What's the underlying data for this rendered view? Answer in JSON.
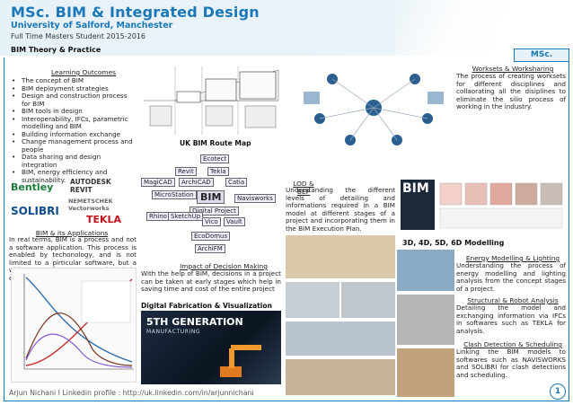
{
  "header": {
    "title": "MSc. BIM & Integrated Design",
    "subtitle": "University of Salford, Manchester",
    "course": "Full Time Masters Student 2015-2016",
    "module": "BIM Theory & Practice",
    "badge": "MSc."
  },
  "learning_outcomes": {
    "title": "Learning Outcomes",
    "items": [
      "The concept of BIM",
      "BIM deployment strategies",
      "Design and construction process for BIM",
      "BIM tools in design",
      "Interoperability, IFCs, parametric modelling and BIM",
      "Building information exchange",
      "Change management process and people",
      "Data sharing and design integration",
      "BIM, energy efficiency and sustainability."
    ]
  },
  "route_map": {
    "caption": "UK BIM Route Map"
  },
  "worksets": {
    "title": "Worksets & Worksharing",
    "text": "The process of creating worksets for different disciplines and collaorating all the disiplines to eliminate the silio process of working in the industry."
  },
  "applications": {
    "title": "BIM & its Applications",
    "text": "In real terms, BIM is a process and not a software application. This process is enabled by techonology, and is not limited to a pirticular software, but a wide range of programmes which help enable the process.",
    "logos": [
      "Bentley",
      "AUTODESK REVIT",
      "NEMETSCHEK Vectorworks",
      "SOLIBRI",
      "TEKLA"
    ]
  },
  "bim_tools_cloud": [
    "Ecotect",
    "Revit",
    "Tekla",
    "MagiCAD",
    "ArchiCAD",
    "Catia",
    "MicroStation",
    "BIM",
    "Navisworks",
    "Digital Project",
    "Rhino",
    "SketchUp",
    "Vico",
    "Vault",
    "EcoDomus",
    "ArchiFM"
  ],
  "lod": {
    "title": "LOD & BEP",
    "text": "Understanding the different levels of detailing and informations required in a BIM model at different stages of a project and incorporating them in the BIM Execution Plan."
  },
  "modelling": {
    "caption": "3D, 4D, 5D, 6D Modelling"
  },
  "energy": {
    "title": "Energy Modelling & Lighting",
    "text": "Understanding the process of energy modelling and lighting analysis from the concept stages of a project."
  },
  "decision": {
    "title": "Impact of Decision Making",
    "text": "With the help of BIM, decisions in a project can be taken at early stages which help in saving time and cost of the entire project"
  },
  "fabrication": {
    "caption": "Digital Fabrication & Visualization",
    "image_text_1": "5TH GENERATION",
    "image_text_2": "MANUFACTURING"
  },
  "structural": {
    "title": "Structural & Robot Analysis",
    "text": "Detailing the model and exchanging information via IFCs in softwares such as TEKLA for analysis."
  },
  "clash": {
    "title": "Clash Detection & Scheduling",
    "text": "Linking the BIM models to softwares such as NAVISWORKS and SOLIBRI for clash detections and scheduling."
  },
  "footer": {
    "text": "Arjun Nichani I Linkedin profile : http://uk.linkedin.com/in/arjunnichani",
    "page": "1"
  },
  "colors": {
    "accent": "#1a78b8",
    "header_bg": "#e7f1f8"
  }
}
